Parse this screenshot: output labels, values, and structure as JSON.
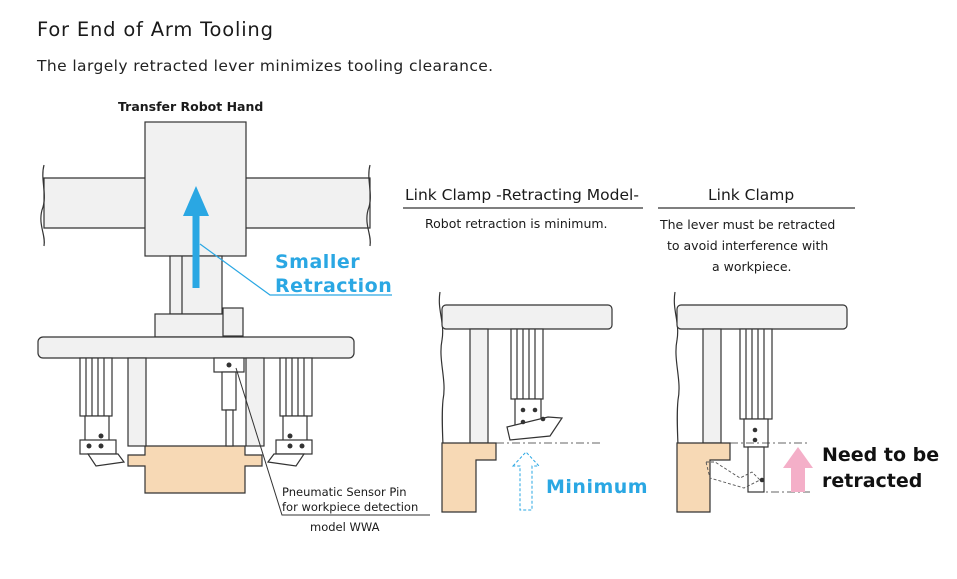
{
  "title": "For End of Arm Tooling",
  "subtitle": "The largely retracted lever minimizes tooling clearance.",
  "hand_label": "Transfer Robot Hand",
  "retraction": {
    "line1": "Smaller",
    "line2": "Retraction"
  },
  "retracting_model": {
    "heading": "Link Clamp -Retracting Model-",
    "description": "Robot retraction is minimum.",
    "arrow_label": "Minimum"
  },
  "standard_model": {
    "heading": "Link Clamp",
    "description_lines": [
      "The lever must be retracted",
      "to avoid interference with",
      "a workpiece."
    ],
    "note_lines": [
      "Need to be",
      "retracted"
    ]
  },
  "sensor": {
    "line1": "Pneumatic Sensor Pin",
    "line2": "for workpiece detection",
    "model": "model WWA"
  },
  "colors": {
    "accent_blue": "#2aa7e3",
    "workpiece": "#f7d9b5",
    "pink_arrow": "#f4afc8",
    "structure_fill": "#f1f1f1",
    "outline": "#333333"
  }
}
